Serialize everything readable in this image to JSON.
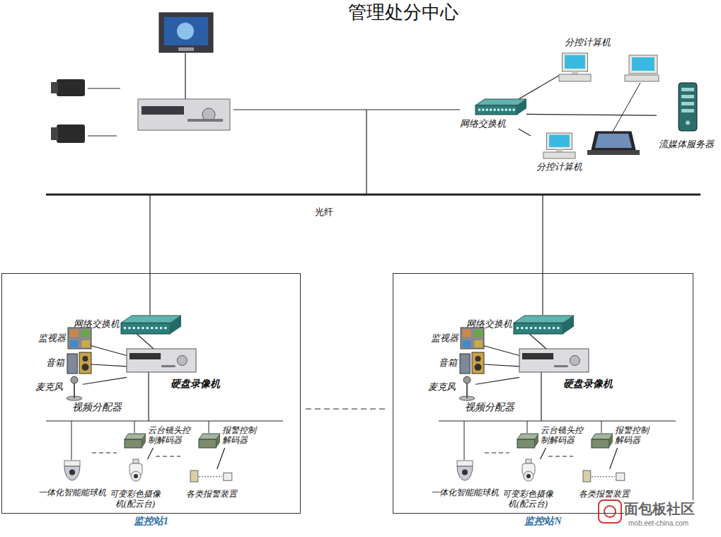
{
  "diagram": {
    "title": "管理处分中心",
    "nodes": [
      {
        "text": [
          "网络交换机"
        ]
      },
      {
        "text": [
          "分控计算机"
        ]
      },
      {
        "text": [
          "分控计算机"
        ]
      },
      {
        "text": [
          "流媒体服务器"
        ]
      },
      {
        "text": [
          "监控站1"
        ]
      },
      {
        "text": [
          "网络交换机"
        ],
        "in": 4
      },
      {
        "text": [
          "监视器"
        ],
        "in": 4
      },
      {
        "text": [
          "音箱"
        ],
        "in": 4
      },
      {
        "text": [
          "麦克风"
        ],
        "in": 4
      },
      {
        "text": [
          "硬盘录像机"
        ],
        "in": 4
      },
      {
        "text": [
          "一体化智能能球机"
        ],
        "in": 4
      },
      {
        "text": [
          "云台镜头控制解码器"
        ],
        "in": 4
      },
      {
        "text": [
          "可变彩色摄像机(配云台)"
        ],
        "in": 4
      },
      {
        "text": [
          "报警控制解码器"
        ],
        "in": 4
      },
      {
        "text": [
          "各类报警装置"
        ],
        "in": 4
      },
      {
        "text": [
          "监控站N"
        ]
      },
      {
        "text": [
          "网络交换机"
        ],
        "in": 15
      },
      {
        "text": [
          "监视器"
        ],
        "in": 15
      },
      {
        "text": [
          "音箱"
        ],
        "in": 15
      },
      {
        "text": [
          "麦克风"
        ],
        "in": 15
      },
      {
        "text": [
          "硬盘录像机"
        ],
        "in": 15
      },
      {
        "text": [
          "一体化智能能球机"
        ],
        "in": 15
      },
      {
        "text": [
          "云台镜头控制解码器"
        ],
        "in": 15
      },
      {
        "text": [
          "可变彩色摄像机(配云台)"
        ],
        "in": 15
      },
      {
        "text": [
          "报警控制解码器"
        ],
        "in": 15
      },
      {
        "text": [
          "各类报警装置"
        ],
        "in": 15
      }
    ],
    "edges": [
      {
        "from": 0,
        "to": 1,
        "arrow": "none"
      },
      {
        "from": 0,
        "to": 2,
        "arrow": "none"
      },
      {
        "from": 0,
        "to": 3,
        "arrow": "none"
      },
      {
        "from": 5,
        "to": 9,
        "arrow": "none"
      },
      {
        "from": 6,
        "to": 9,
        "arrow": "none"
      },
      {
        "from": 7,
        "to": 9,
        "arrow": "none"
      },
      {
        "from": 8,
        "to": 9,
        "arrow": "none"
      },
      {
        "from": 11,
        "to": 12,
        "arrow": "none"
      },
      {
        "from": 13,
        "to": 14,
        "arrow": "none"
      },
      {
        "from": 16,
        "to": 20,
        "arrow": "none"
      },
      {
        "from": 17,
        "to": 20,
        "arrow": "none"
      },
      {
        "from": 18,
        "to": 20,
        "arrow": "none"
      },
      {
        "from": 19,
        "to": 20,
        "arrow": "none"
      },
      {
        "from": 22,
        "to": 23,
        "arrow": "none"
      },
      {
        "from": 24,
        "to": 25,
        "arrow": "none"
      }
    ],
    "labels": [
      "光纤",
      "视频分配器",
      "视频分配器",
      "面包板社区",
      "mob.eet-china.com"
    ]
  }
}
